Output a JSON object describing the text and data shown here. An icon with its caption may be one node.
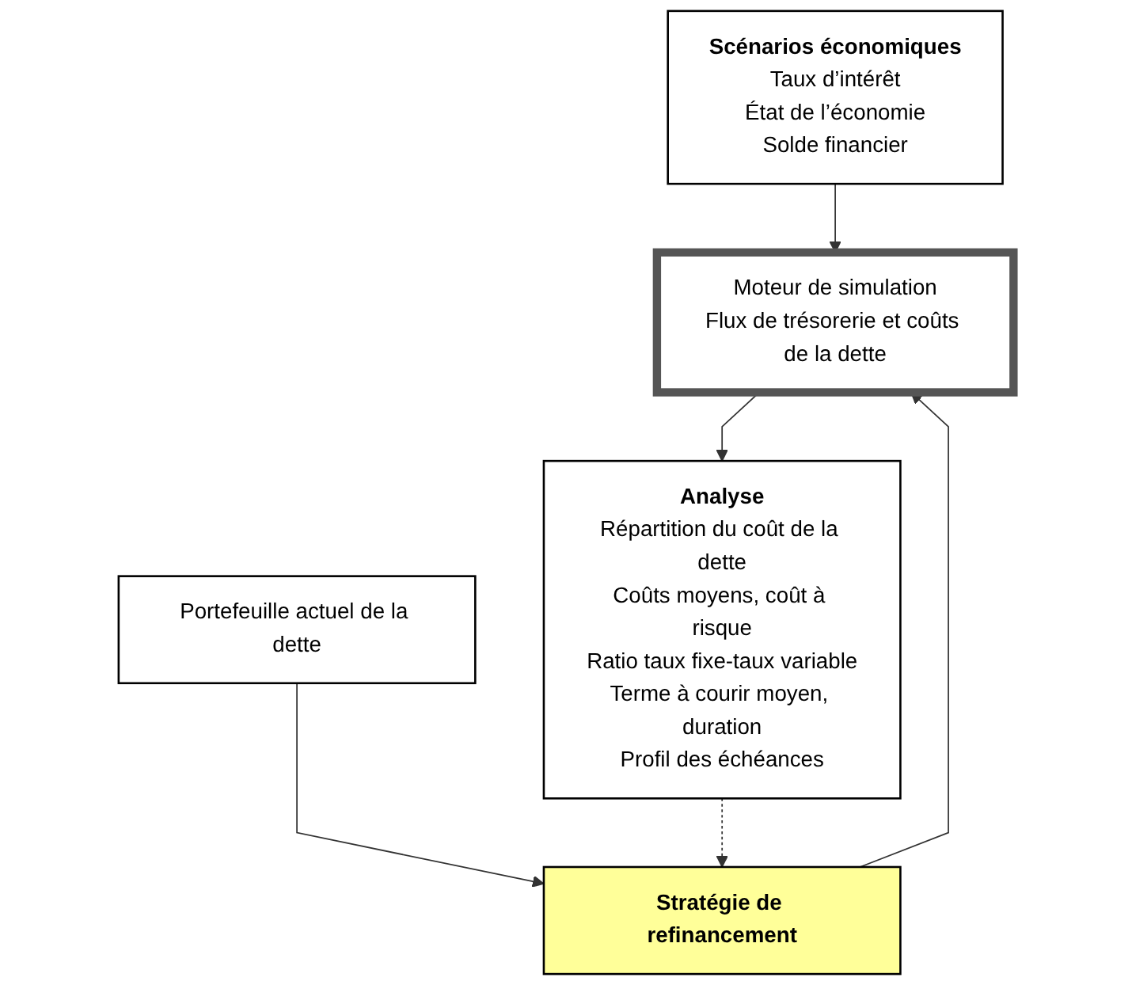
{
  "diagram": {
    "nodes": [
      {
        "text": [
          "Scénarios économiques",
          "Taux d’intérêt",
          "État de l’économie",
          "Solde financier"
        ]
      },
      {
        "text": [
          "Portefeuille actuel de la dette"
        ]
      },
      {
        "text": [
          "Stratégie de refinancement"
        ]
      },
      {
        "text": [
          "Moteur de simulation",
          "Flux de trésorerie et coûts de la dette"
        ]
      },
      {
        "text": [
          "Analyse",
          "Répartition du coût de la dette",
          "Coûts moyens, coût à risque",
          "Ratio taux fixe-taux variable",
          "Terme à courir moyen, duration",
          "Profil des échéances"
        ]
      }
    ],
    "edges": [
      {
        "from": 1,
        "to": 2,
        "arrow": "to"
      },
      {
        "from": 0,
        "to": 3,
        "arrow": "to"
      },
      {
        "from": 2,
        "to": 3,
        "arrow": "to"
      },
      {
        "from": 3,
        "to": 4,
        "arrow": "to"
      },
      {
        "from": 4,
        "to": 2,
        "arrow": "to",
        "style": "dashed"
      }
    ]
  }
}
